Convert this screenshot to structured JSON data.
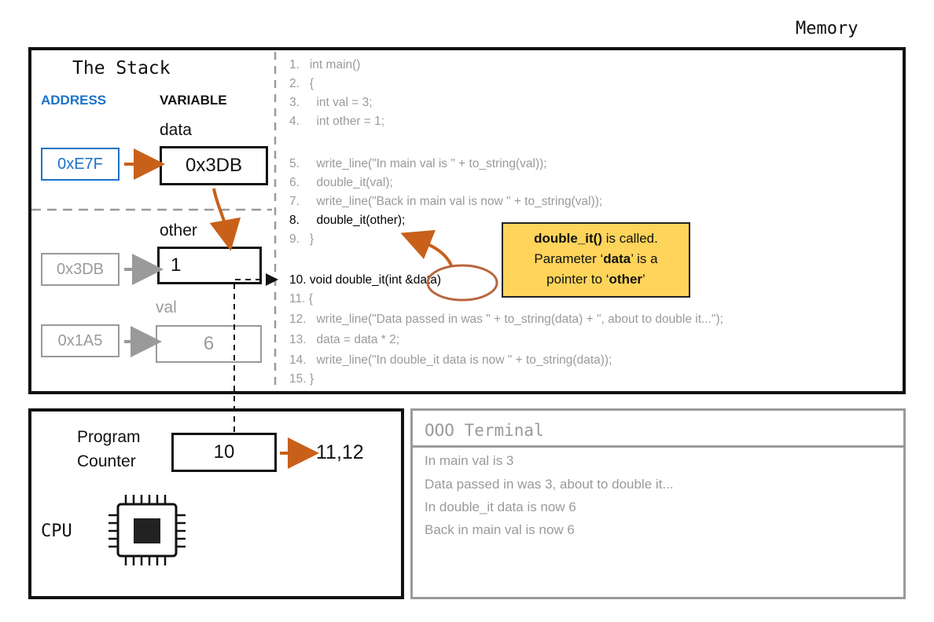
{
  "memory": {
    "title": "Memory",
    "stack": {
      "title": "The Stack",
      "address_header": "ADDRESS",
      "variable_header": "VARIABLE",
      "rows": [
        {
          "name": "data",
          "address": "0xE7F",
          "value": "0x3DB"
        },
        {
          "name": "other",
          "address": "0x3DB",
          "value": "1"
        },
        {
          "name": "val",
          "address": "0x1A5",
          "value": "6"
        }
      ]
    },
    "code": [
      {
        "num": "1.",
        "text": "int main()"
      },
      {
        "num": "2.",
        "text": "{"
      },
      {
        "num": "3.",
        "text": "  int val = 3;"
      },
      {
        "num": "4.",
        "text": "  int other = 1;"
      },
      {
        "num": "5.",
        "text": "  write_line(\"In main val is \" + to_string(val));"
      },
      {
        "num": "6.",
        "text": "  double_it(val);"
      },
      {
        "num": "7.",
        "text": "  write_line(\"Back in main val is now \" + to_string(val));"
      },
      {
        "num": "8.",
        "text": "  double_it(other);"
      },
      {
        "num": "9.",
        "text": "}"
      },
      {
        "num": "10.",
        "text": "void double_it(int &data)"
      },
      {
        "num": "11.",
        "text": "{"
      },
      {
        "num": "12.",
        "text": "  write_line(\"Data passed in was \" + to_string(data) + \", about to double it...\");"
      },
      {
        "num": "13.",
        "text": "  data = data * 2;"
      },
      {
        "num": "14.",
        "text": "  write_line(\"In double_it data is now \" + to_string(data));"
      },
      {
        "num": "15.",
        "text": "}"
      }
    ],
    "callout": {
      "part1": "double_it()",
      "part2": " is called.",
      "part3": "Parameter ‘",
      "part4": "data",
      "part5": "’ is a",
      "part6": "pointer to ‘",
      "part7": "other",
      "part8": "’"
    }
  },
  "cpu": {
    "label": "CPU",
    "pc_label_line1": "Program",
    "pc_label_line2": "Counter",
    "pc_value": "10",
    "next_lines": "11,12"
  },
  "terminal": {
    "title": "OOO Terminal",
    "lines": [
      "In main val is 3",
      "Data passed in was 3, about to double it...",
      "In double_it data is now 6",
      "Back in main val is now 6"
    ]
  },
  "colors": {
    "address_blue": "#1a73c8",
    "arrow_orange": "#c8601a",
    "callout_yellow": "#ffd45a",
    "inactive_gray": "#9a9a9a"
  }
}
